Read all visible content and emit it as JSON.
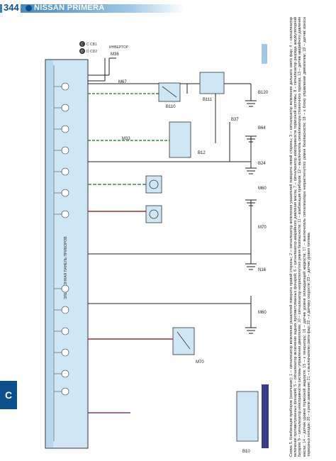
{
  "header": {
    "page_number": "344",
    "brand": "NISSAN PRIMERA"
  },
  "section_tab": "С",
  "legend": {
    "c_label": "С СВ1",
    "d_label": "D СD2",
    "c_mark": "С",
    "d_mark": "D",
    "i_label": "ИНВЕРТОР"
  },
  "instrument_panel_label": "ЭЛЕКТРОННАЯ ПАНЕЛЬ ПРИБОРОВ",
  "caption": "Схема 5. Комбинация приборов (окончание): 1 – сигнализатор включения указателей поворота правой стороны; 2 – сигнализатор включения указателей поворота левой стороны; 3 – сигнализатор включения дальнего света фар; 4 – сигнализатор включения противотуманных фонарей; 5 – сигнализатор включения задних противотуманных фонарей; 6 – сигнализатор аварийного давления масла; 7 – сигнализатор неисправности тормозной системы; 8 – сигнализатор разряда аккумуляторной батареи; 9 – сигнализатор неисправности системы управления двигателем; 10 – сигнализатор непристегнутого ремня безопасности; 11 – комбинация приборов; 12 – выключатель сигнализатора стояночного тормоза; 13 – датчик аварийного давления масла; 14 – датчик уровня тормозной жидкости; 15 – к генератору; 16 – датчик уровня охлаждающей жидкости; 17 – выключатель сигнализатора непристегнутого ремня безопасности; 18 – к блоку управления двигателем; 19 – датчик износа тормозных колодок; 20 – к реле зажигания; 21 – к выключателю света фар; 22 – к датчику скорости; 23 – датчик уровня топлива."
}
